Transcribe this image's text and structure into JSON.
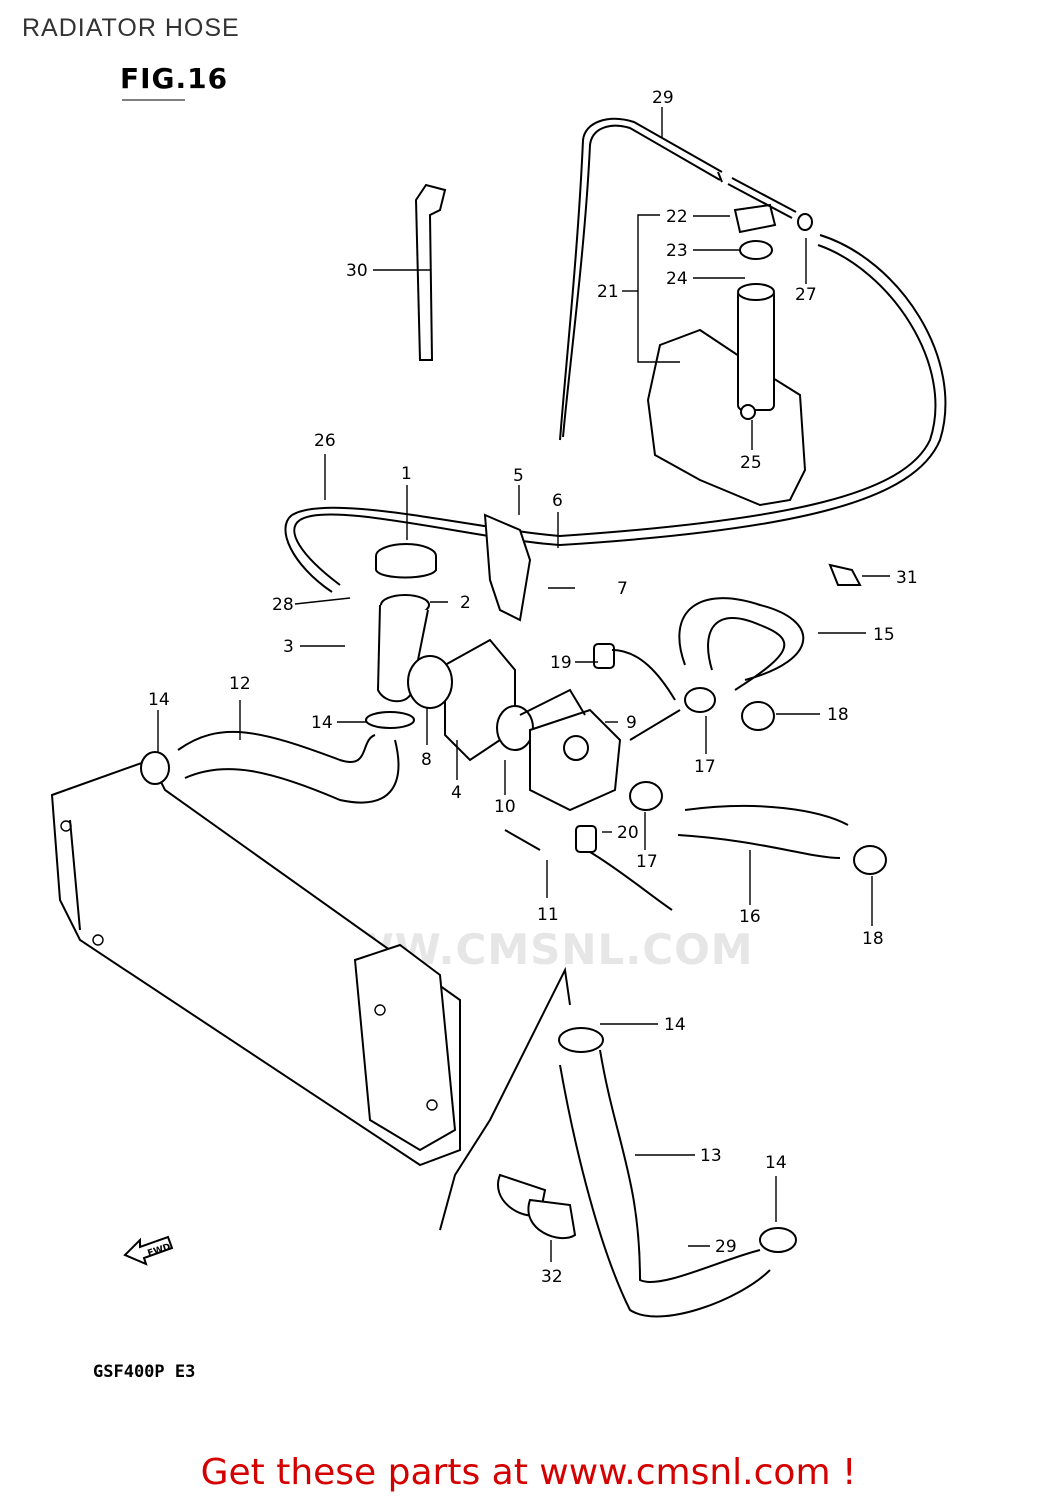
{
  "page_title": "RADIATOR HOSE",
  "figure_label": "FIG.16",
  "model_code": "GSF400P  E3",
  "watermark": "WWW.CMSNL.COM",
  "fwd_label": "FWD",
  "footer_link": "Get these parts at www.cmsnl.com !",
  "callouts": [
    {
      "id": "c1",
      "label": "1"
    },
    {
      "id": "c2",
      "label": "2"
    },
    {
      "id": "c3",
      "label": "3"
    },
    {
      "id": "c4",
      "label": "4"
    },
    {
      "id": "c5",
      "label": "5"
    },
    {
      "id": "c6",
      "label": "6"
    },
    {
      "id": "c7",
      "label": "7"
    },
    {
      "id": "c8",
      "label": "8"
    },
    {
      "id": "c9",
      "label": "9"
    },
    {
      "id": "c10",
      "label": "10"
    },
    {
      "id": "c11",
      "label": "11"
    },
    {
      "id": "c12",
      "label": "12"
    },
    {
      "id": "c13",
      "label": "13"
    },
    {
      "id": "c14a",
      "label": "14"
    },
    {
      "id": "c14b",
      "label": "14"
    },
    {
      "id": "c14c",
      "label": "14"
    },
    {
      "id": "c14d",
      "label": "14"
    },
    {
      "id": "c15",
      "label": "15"
    },
    {
      "id": "c16",
      "label": "16"
    },
    {
      "id": "c17a",
      "label": "17"
    },
    {
      "id": "c17b",
      "label": "17"
    },
    {
      "id": "c18a",
      "label": "18"
    },
    {
      "id": "c18b",
      "label": "18"
    },
    {
      "id": "c19",
      "label": "19"
    },
    {
      "id": "c20",
      "label": "20"
    },
    {
      "id": "c21",
      "label": "21"
    },
    {
      "id": "c22",
      "label": "22"
    },
    {
      "id": "c23",
      "label": "23"
    },
    {
      "id": "c24",
      "label": "24"
    },
    {
      "id": "c25",
      "label": "25"
    },
    {
      "id": "c26",
      "label": "26"
    },
    {
      "id": "c27",
      "label": "27"
    },
    {
      "id": "c28",
      "label": "28"
    },
    {
      "id": "c29a",
      "label": "29"
    },
    {
      "id": "c29b",
      "label": "29"
    },
    {
      "id": "c30",
      "label": "30"
    },
    {
      "id": "c31",
      "label": "31"
    },
    {
      "id": "c32",
      "label": "32"
    }
  ]
}
